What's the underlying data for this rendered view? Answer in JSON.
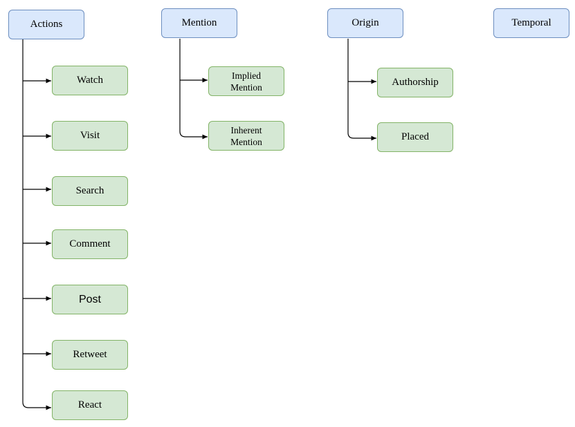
{
  "categories": [
    {
      "label": "Actions",
      "children": [
        "Watch",
        "Visit",
        "Search",
        "Comment",
        "Post",
        "Retweet",
        "React"
      ]
    },
    {
      "label": "Mention",
      "children": [
        "Implied\nMention",
        "Inherent\nMention"
      ]
    },
    {
      "label": "Origin",
      "children": [
        "Authorship",
        "Placed"
      ]
    },
    {
      "label": "Temporal",
      "children": []
    }
  ],
  "colors": {
    "category_fill": "#dae8fc",
    "category_stroke": "#6c8ebf",
    "child_fill": "#d5e8d4",
    "child_stroke": "#82b366",
    "connector": "#000000"
  }
}
